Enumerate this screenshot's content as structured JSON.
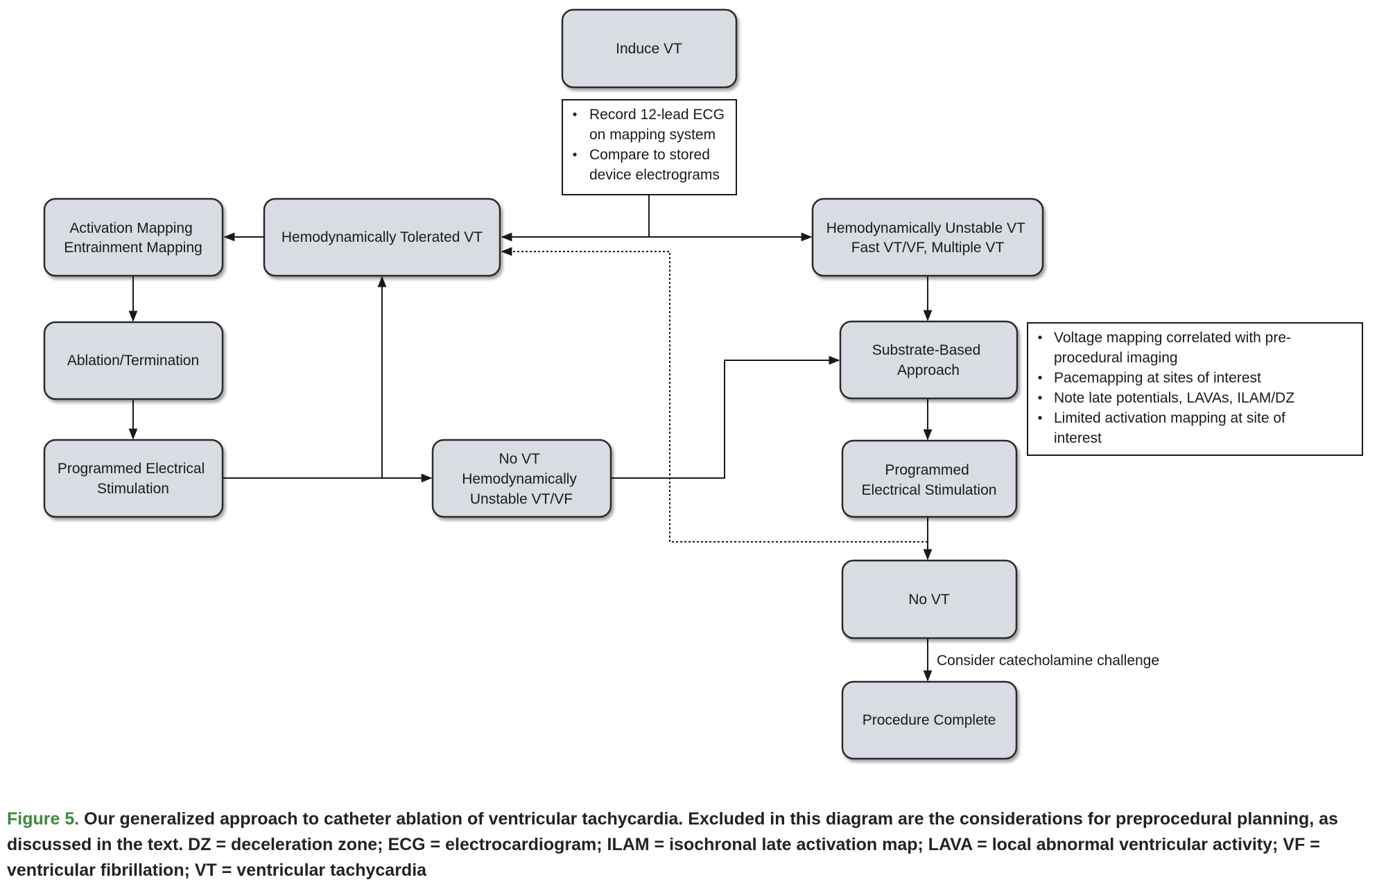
{
  "nodes": {
    "induce_vt": [
      "Induce VT"
    ],
    "hemo_tolerated": [
      "Hemodynamically Tolerated VT"
    ],
    "activation_mapping": [
      "Activation Mapping",
      "Entrainment Mapping"
    ],
    "ablation_termination": [
      "Ablation/Termination"
    ],
    "pes_left": [
      "Programmed Electrical",
      "Stimulation"
    ],
    "no_vt_unstable": [
      "No VT",
      "Hemodynamically",
      "Unstable VT/VF"
    ],
    "hemo_unstable": [
      "Hemodynamically Unstable VT",
      "Fast VT/VF, Multiple VT"
    ],
    "substrate_based": [
      "Substrate-Based",
      "Approach"
    ],
    "pes_right": [
      "Programmed",
      "Electrical Stimulation"
    ],
    "no_vt": [
      "No VT"
    ],
    "procedure_complete": [
      "Procedure Complete"
    ]
  },
  "notes": {
    "ecg_note": [
      {
        "bullet": true,
        "text": "Record 12-lead ECG"
      },
      {
        "bullet": false,
        "text": "on mapping system"
      },
      {
        "bullet": true,
        "text": "Compare to stored"
      },
      {
        "bullet": false,
        "text": "device electrograms"
      }
    ],
    "substrate_note": [
      {
        "bullet": true,
        "text": "Voltage mapping correlated with pre-"
      },
      {
        "bullet": false,
        "text": "procedural imaging"
      },
      {
        "bullet": true,
        "text": "Pacemapping at sites of interest"
      },
      {
        "bullet": true,
        "text": "Note late potentials, LAVAs, ILAM/DZ"
      },
      {
        "bullet": true,
        "text": "Limited activation mapping at site of"
      },
      {
        "bullet": false,
        "text": "interest"
      }
    ]
  },
  "edge_labels": {
    "catecholamine": "Consider catecholamine challenge"
  },
  "caption": {
    "label": "Figure 5.",
    "text": " Our generalized approach to catheter ablation of ventricular tachycardia. Excluded in this diagram are the considerations for preprocedural planning, as discussed in the text. DZ = deceleration zone; ECG = electrocardiogram; ILAM = isochronal late activation map; LAVA = local abnormal ventricular activity; VF = ventricular fibrillation; VT = ventricular tachycardia"
  },
  "colors": {
    "node_fill": "#d9dce3",
    "node_stroke": "#2b2b2b",
    "edge": "#1a1a1a",
    "caption_label": "#3a8a3c"
  }
}
